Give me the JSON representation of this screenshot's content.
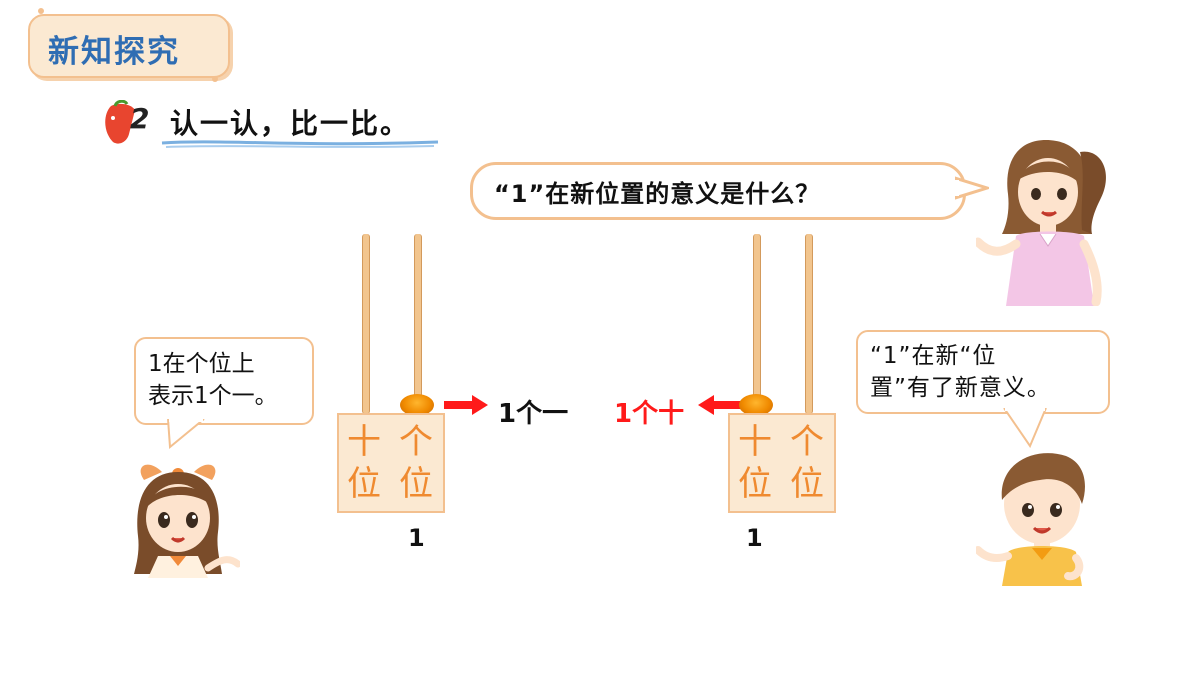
{
  "section_title": "新知探究",
  "question": {
    "number": "2",
    "text": "认一认，比一比。"
  },
  "bubbles": {
    "top": "“1”在新位置的意义是什么？",
    "left_line1": "1在个位上",
    "left_line2": "表示1个一。",
    "right_line1": "“1”在新“位",
    "right_line2": "置”有了新意义。"
  },
  "abacus_left": {
    "tens_char1": "十",
    "tens_char2": "位",
    "ones_char1": "个",
    "ones_char2": "位",
    "number": "1"
  },
  "abacus_right": {
    "tens_char1": "十",
    "tens_char2": "位",
    "ones_char1": "个",
    "ones_char2": "位",
    "number": "1"
  },
  "labels": {
    "left_meaning": "1个一",
    "right_meaning": "1个十"
  },
  "colors": {
    "accent_orange": "#f3c08f",
    "title_blue": "#2f6db3",
    "arrow_red": "#ff1a1a",
    "bead_orange": "#f08a00"
  }
}
